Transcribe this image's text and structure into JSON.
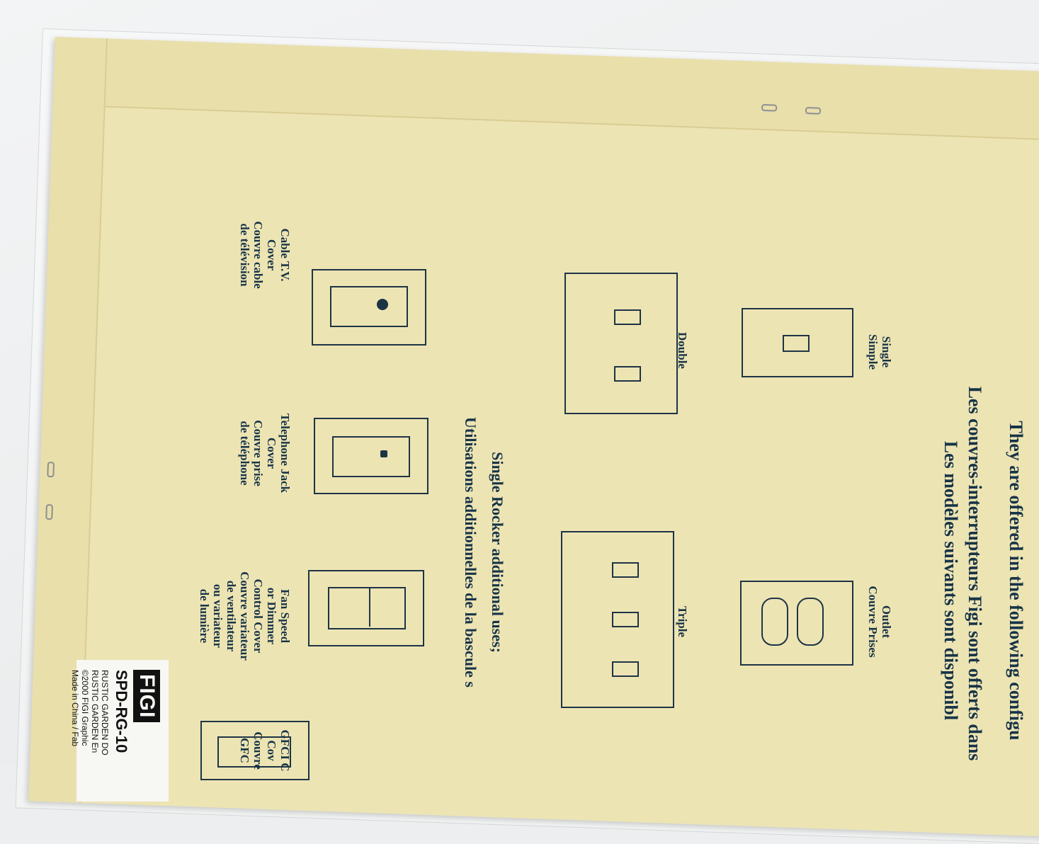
{
  "package": {
    "headings": {
      "offered_en": "They are offered in the following configu",
      "offered_fr_1": "Les couvres-interrupteurs Figi sont offerts dans",
      "offered_fr_2": "Les modèles suivants sont disponibl",
      "rocker_en": "Single Rocker additional uses;",
      "rocker_fr": "Utilisations additionnelles de la bascule s"
    },
    "configurations": [
      {
        "id": "single",
        "label_en": "Single",
        "label_fr": "Simple"
      },
      {
        "id": "outlet",
        "label_en": "Outlet",
        "label_fr": "Couvre Prises"
      },
      {
        "id": "double",
        "label_en": "Double"
      },
      {
        "id": "triple",
        "label_en": "Triple"
      }
    ],
    "rocker_uses": [
      {
        "id": "cable",
        "lines": [
          "Cable T.V.",
          "Cover",
          "Couvre cable",
          "de télévision"
        ]
      },
      {
        "id": "phone",
        "lines": [
          "Telephone Jack",
          "Cover",
          "Couvre prise",
          "de téléphone"
        ]
      },
      {
        "id": "fan",
        "lines": [
          "Fan Speed",
          "or Dimmer",
          "Control Cover",
          "Couvre variateur",
          "de ventilateur",
          "ou variateur",
          "de lumière"
        ]
      },
      {
        "id": "gfci",
        "lines": [
          "GFCI C",
          "Cov",
          "Couvre",
          "GFC"
        ]
      }
    ],
    "sticker": {
      "brand": "FIGI",
      "sku": "SPD-RG-10",
      "line1": "RUSTIC GARDEN DO",
      "line2": "RUSTIC GARDEN En",
      "line3": "©2000 FIGI Graphic",
      "line4": "Made in China / Fab"
    },
    "colors": {
      "card": "#ede4b4",
      "ink": "#173447"
    }
  }
}
